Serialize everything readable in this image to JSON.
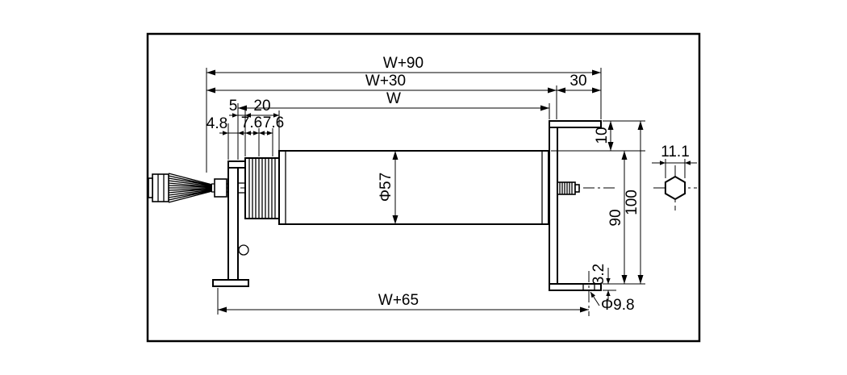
{
  "drawing": {
    "labels": {
      "w_plus_90": "W+90",
      "w_plus_30": "W+30",
      "thirty": "30",
      "w": "W",
      "five": "5",
      "twenty": "20",
      "four_point_eight": "4.8",
      "seven_point_six_a": "7.6",
      "seven_point_six_b": "7.6",
      "phi_57": "Φ57",
      "ten": "10",
      "ninety": "90",
      "one_hundred": "100",
      "three_point_two": "3.2",
      "w_plus_65": "W+65",
      "phi_9_8": "Φ9.8",
      "eleven_point_one": "11.1"
    },
    "colors": {
      "line": "#000000",
      "background": "#ffffff"
    }
  }
}
